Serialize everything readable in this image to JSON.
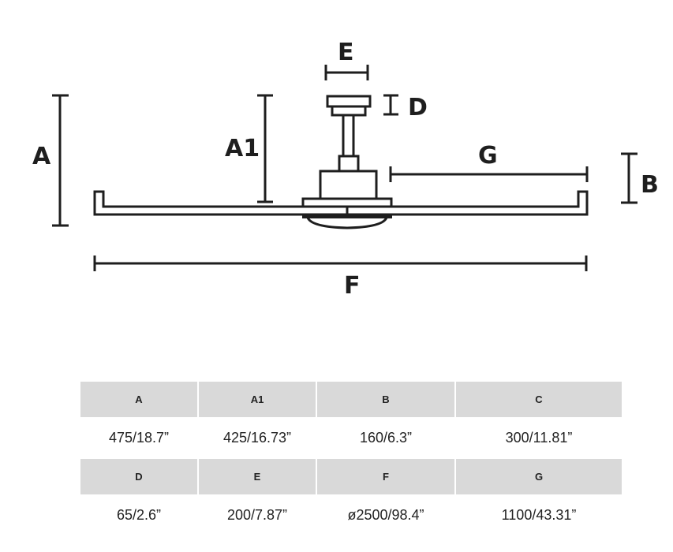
{
  "drawing": {
    "title": "Ceiling fan dimension drawing",
    "labels": {
      "A": "A",
      "A1": "A1",
      "B": "B",
      "D": "D",
      "E": "E",
      "F": "F",
      "G": "G"
    },
    "line_color": "#1e1e1e"
  },
  "table": {
    "header_bg": "#d9d9d9",
    "rows": [
      {
        "headers": [
          "A",
          "A1",
          "B",
          "C"
        ],
        "values": [
          "475/18.7”",
          "425/16.73”",
          "160/6.3”",
          "300/11.81”"
        ]
      },
      {
        "headers": [
          "D",
          "E",
          "F",
          "G"
        ],
        "values": [
          "65/2.6”",
          "200/7.87”",
          "ø2500/98.4”",
          "1100/43.31”"
        ]
      }
    ]
  }
}
